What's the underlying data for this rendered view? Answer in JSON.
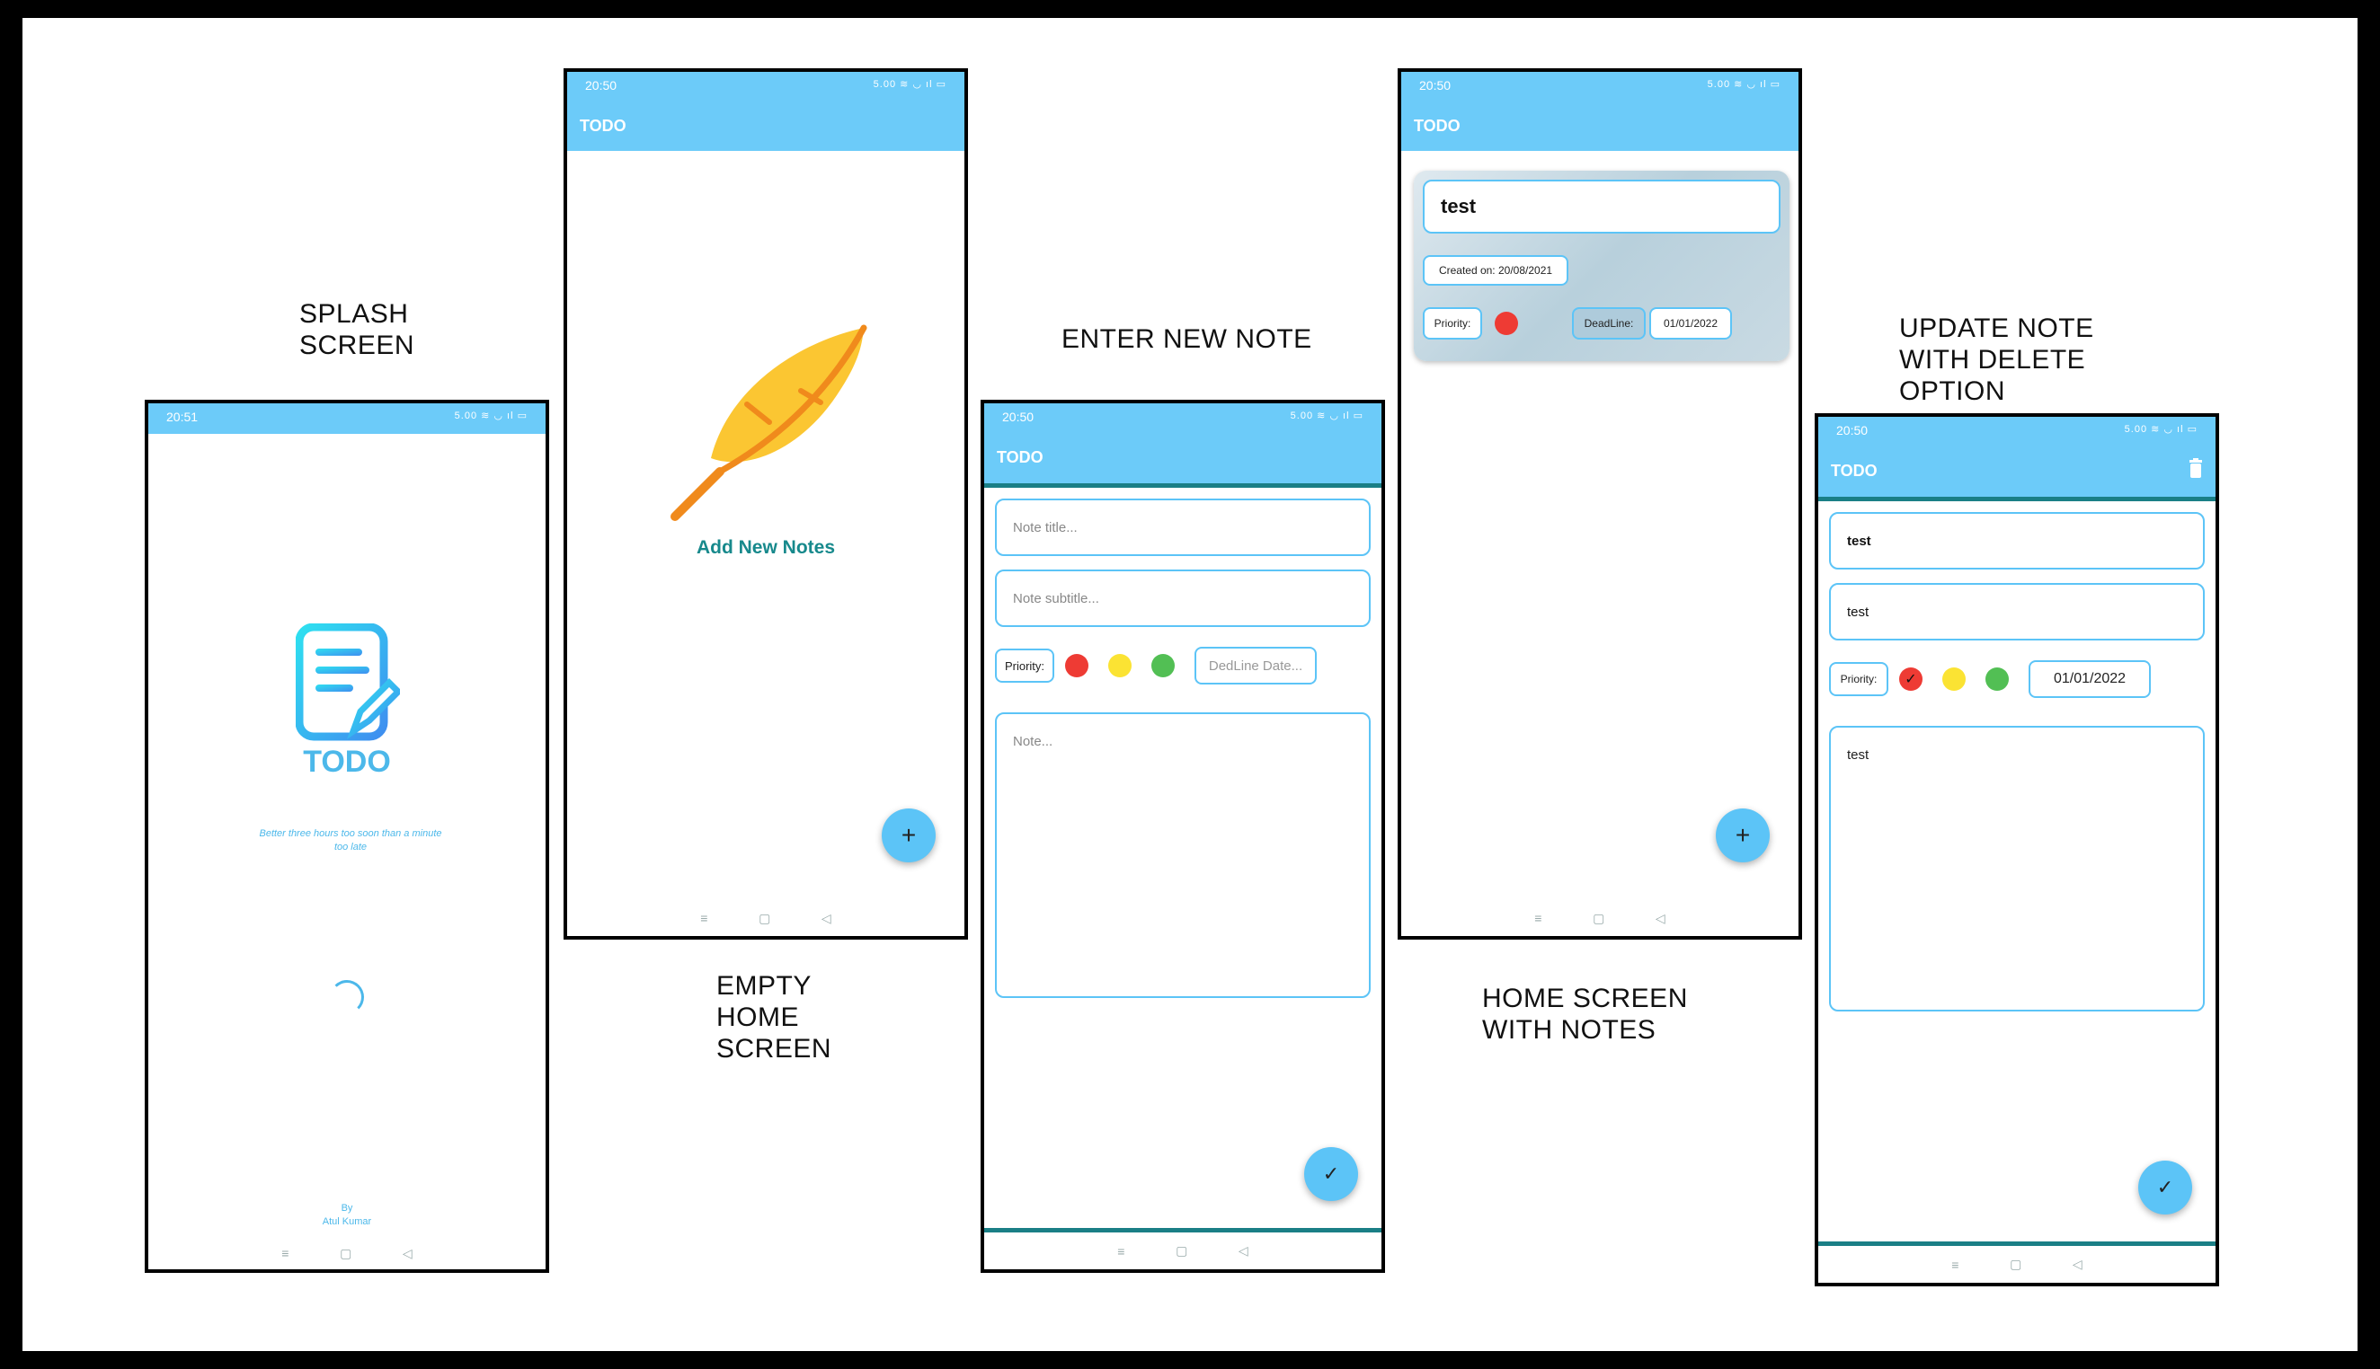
{
  "captions": {
    "splash": "SPLASH\nSCREEN",
    "empty_home": "EMPTY\nHOME\nSCREEN",
    "enter_note": "ENTER NEW NOTE",
    "home_notes": "HOME SCREEN\nWITH NOTES",
    "update_note": "UPDATE NOTE\nWITH DELETE\nOPTION"
  },
  "status": {
    "time_splash": "20:51",
    "time": "20:50",
    "icons": "5.00 ≋ ◡ ıl ▭"
  },
  "nav": {
    "menu": "≡",
    "home": "▢",
    "back": "◁"
  },
  "splash": {
    "logo_text": "TODO",
    "quote": "Better three hours too soon than a minute too late",
    "by": "By",
    "author": "Atul Kumar"
  },
  "app": {
    "title": "TODO"
  },
  "empty": {
    "cta": "Add New Notes",
    "fab": "+"
  },
  "new_note": {
    "title_placeholder": "Note title...",
    "subtitle_placeholder": "Note subtitle...",
    "priority_label": "Priority:",
    "deadline_placeholder": "DedLine Date...",
    "note_placeholder": "Note...",
    "fab": "✓"
  },
  "home_notes": {
    "note_title": "test",
    "created": "Created on: 20/08/2021",
    "priority_label": "Priority:",
    "deadline_label": "DeadLine:",
    "deadline_value": "01/01/2022",
    "fab": "+"
  },
  "update_note": {
    "title": "test",
    "subtitle": "test",
    "priority_label": "Priority:",
    "deadline": "01/01/2022",
    "note": "test",
    "fab": "✓"
  },
  "colors": {
    "accent": "#6ccbf9",
    "teal": "#1a7f86",
    "red": "#ee3b34",
    "yellow": "#fbe333",
    "green": "#52bf54"
  }
}
